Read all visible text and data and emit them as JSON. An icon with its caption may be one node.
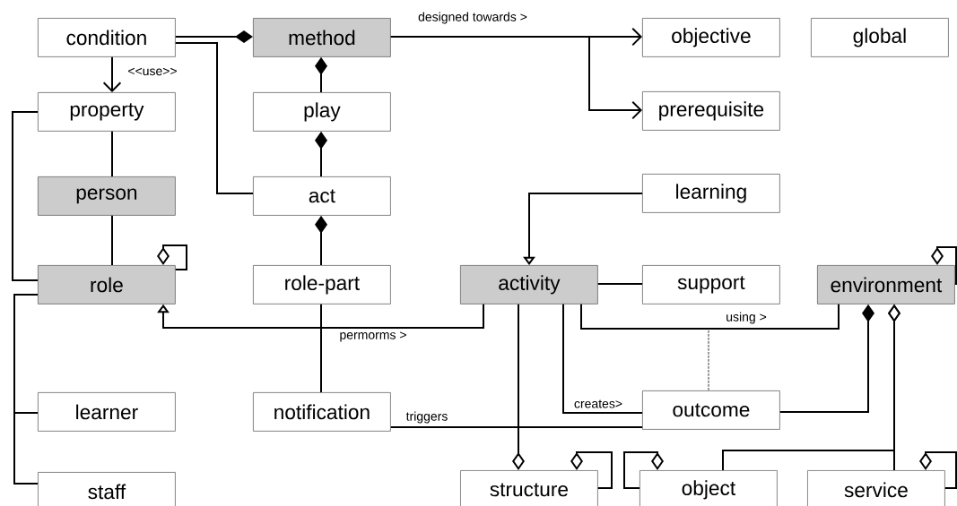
{
  "diagram": {
    "nodes": [
      {
        "text": [
          "condition"
        ]
      },
      {
        "text": [
          "method"
        ]
      },
      {
        "text": [
          "objective"
        ]
      },
      {
        "text": [
          "global"
        ]
      },
      {
        "text": [
          "property"
        ]
      },
      {
        "text": [
          "play"
        ]
      },
      {
        "text": [
          "prerequisite"
        ]
      },
      {
        "text": [
          "person"
        ]
      },
      {
        "text": [
          "act"
        ]
      },
      {
        "text": [
          "learning"
        ]
      },
      {
        "text": [
          "role"
        ]
      },
      {
        "text": [
          "role-part"
        ]
      },
      {
        "text": [
          "activity"
        ]
      },
      {
        "text": [
          "support"
        ]
      },
      {
        "text": [
          "environment"
        ]
      },
      {
        "text": [
          "learner"
        ]
      },
      {
        "text": [
          "notification"
        ]
      },
      {
        "text": [
          "outcome"
        ]
      },
      {
        "text": [
          "staff"
        ]
      },
      {
        "text": [
          "structure"
        ]
      },
      {
        "text": [
          "object"
        ]
      },
      {
        "text": [
          "service"
        ]
      }
    ],
    "edges": [
      {
        "from": 0,
        "to": 1,
        "arrow": "other"
      },
      {
        "from": 0,
        "to": 8,
        "arrow": "none"
      },
      {
        "from": 0,
        "to": 4,
        "arrow": "to",
        "label": "<<use>>"
      },
      {
        "from": 1,
        "to": 2,
        "arrow": "to",
        "label": "designed towards >"
      },
      {
        "from": 1,
        "to": 6,
        "arrow": "to"
      },
      {
        "from": 1,
        "to": 5,
        "arrow": "other"
      },
      {
        "from": 5,
        "to": 8,
        "arrow": "other"
      },
      {
        "from": 8,
        "to": 11,
        "arrow": "other"
      },
      {
        "from": 4,
        "to": 7,
        "arrow": "none"
      },
      {
        "from": 7,
        "to": 10,
        "arrow": "none"
      },
      {
        "from": 10,
        "to": 10,
        "arrow": "other"
      },
      {
        "from": 4,
        "to": 10,
        "arrow": "none"
      },
      {
        "from": 10,
        "to": 15,
        "arrow": "none"
      },
      {
        "from": 10,
        "to": 18,
        "arrow": "none"
      },
      {
        "from": 11,
        "to": 16,
        "arrow": "none"
      },
      {
        "from": 12,
        "to": 10,
        "arrow": "to",
        "label": "permorms >"
      },
      {
        "from": 9,
        "to": 12,
        "arrow": "to"
      },
      {
        "from": 12,
        "to": 13,
        "arrow": "none"
      },
      {
        "from": 12,
        "to": 14,
        "arrow": "none",
        "label": "using >"
      },
      {
        "from": null,
        "to": 17,
        "arrow": "none",
        "style": "dashed",
        "color": "#999999"
      },
      {
        "from": 12,
        "to": 17,
        "arrow": "none",
        "label": "creates>"
      },
      {
        "from": 16,
        "to": 17,
        "arrow": "none",
        "label": "triggers"
      },
      {
        "from": 17,
        "to": 14,
        "arrow": "other"
      },
      {
        "from": 12,
        "to": 19,
        "arrow": "other"
      },
      {
        "from": 19,
        "to": 19,
        "arrow": "other"
      },
      {
        "from": 20,
        "to": 20,
        "arrow": "other"
      },
      {
        "from": 14,
        "to": 20,
        "arrow": "other"
      },
      {
        "from": 14,
        "to": 21,
        "arrow": "other"
      },
      {
        "from": 21,
        "to": 21,
        "arrow": "other"
      },
      {
        "from": 14,
        "to": 14,
        "arrow": "other"
      }
    ]
  }
}
